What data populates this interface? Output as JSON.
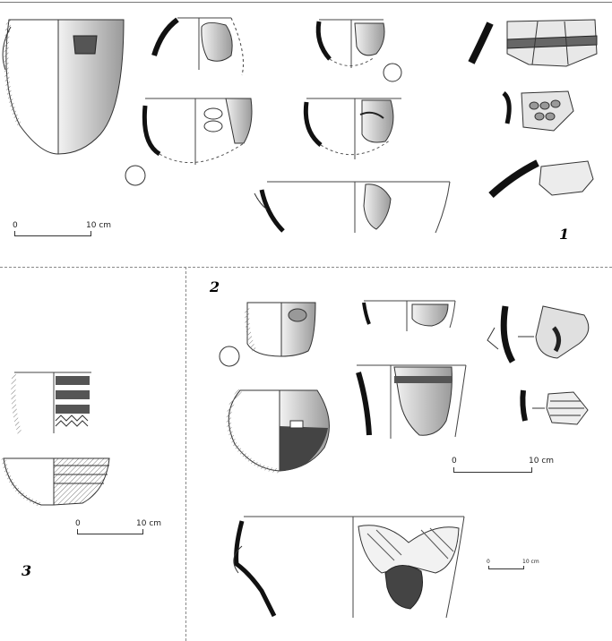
{
  "plates": [
    {
      "number": "1"
    },
    {
      "number": "2"
    },
    {
      "number": "3"
    }
  ],
  "scales": [
    {
      "start": "0",
      "end": "10 cm"
    },
    {
      "start": "0",
      "end": "10 cm"
    },
    {
      "start": "0",
      "end": "10 cm"
    },
    {
      "start": "0",
      "end": "10 cm"
    }
  ]
}
